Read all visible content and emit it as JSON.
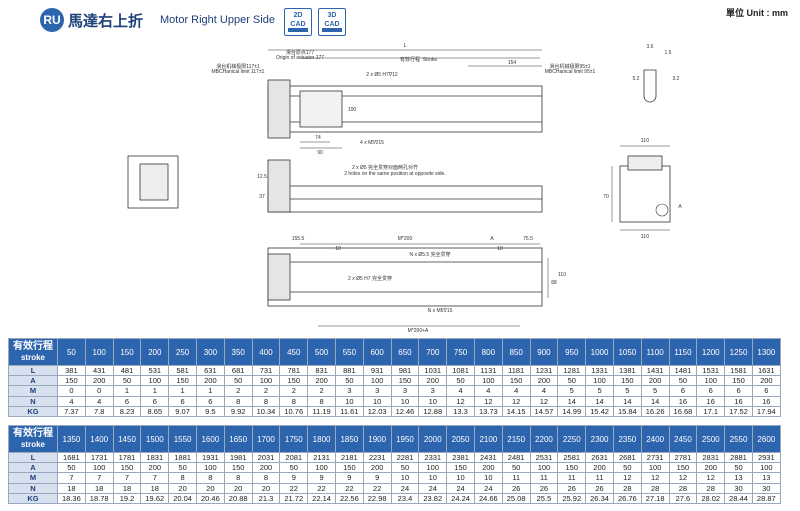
{
  "header": {
    "badge": "RU",
    "title_cn": "馬達右上折",
    "title_en": "Motor Right Upper Side",
    "cad_2d": "2D CAD",
    "cad_3d": "3D CAD",
    "unit": "單位 Unit : mm"
  },
  "drawing": {
    "L": "L",
    "origin_cn": "滑台原点177",
    "origin_en": "Origin of actuator 177",
    "stroke_cn": "有效行程",
    "stroke_en": "Stroke",
    "dim_154": "154",
    "limit_left_cn": "滑台机械极限117±1",
    "limit_left_en": "MBCHanical limit 117±1",
    "limit_right_cn": "滑台机械极限95±1",
    "limit_right_en": "MBCHanical limit 95±1",
    "pin_hole": "2 x Ø5 H7∇12",
    "dim_100": "100",
    "dim_74": "74",
    "dim_90": "90",
    "screw_m5": "4 x M5∇15",
    "note_holes_cn": "2 x Ø5 完全贯穿对面两孔对齐",
    "note_holes_en": "2 holes on the same position at opposite side.",
    "dim_12_5": "12.5",
    "dim_37": "37",
    "dim_3_6": "3.6",
    "dim_1_5": "1.5",
    "dim_5_2": "5.2",
    "dim_3_2": "3.2",
    "dim_110": "110",
    "dim_70": "70",
    "label_a": "A",
    "dim_155_5": "155.5",
    "dim_m200": "M*200",
    "dim_75_5": "75.5",
    "dim_10": "10",
    "n_hole": "N x Ø5.5 完全贯穿",
    "pin_hole_b": "2 x Ø5 H7 完全贯穿",
    "dim_88": "88",
    "dim_110b": "110",
    "n_screw": "N x M5∇15",
    "dim_m200a": "M*200+A"
  },
  "spec_tables": [
    {
      "row_head_cn": "有效行程",
      "row_head_en": "stroke",
      "strokes": [
        "50",
        "100",
        "150",
        "200",
        "250",
        "300",
        "350",
        "400",
        "450",
        "500",
        "550",
        "600",
        "650",
        "700",
        "750",
        "800",
        "850",
        "900",
        "950",
        "1000",
        "1050",
        "1100",
        "1150",
        "1200",
        "1250",
        "1300"
      ],
      "rows": [
        {
          "label": "L",
          "values": [
            "381",
            "431",
            "481",
            "531",
            "581",
            "631",
            "681",
            "731",
            "781",
            "831",
            "881",
            "931",
            "981",
            "1031",
            "1081",
            "1131",
            "1181",
            "1231",
            "1281",
            "1331",
            "1381",
            "1431",
            "1481",
            "1531",
            "1581",
            "1631"
          ]
        },
        {
          "label": "A",
          "values": [
            "150",
            "200",
            "50",
            "100",
            "150",
            "200",
            "50",
            "100",
            "150",
            "200",
            "50",
            "100",
            "150",
            "200",
            "50",
            "100",
            "150",
            "200",
            "50",
            "100",
            "150",
            "200",
            "50",
            "100",
            "150",
            "200"
          ]
        },
        {
          "label": "M",
          "values": [
            "0",
            "0",
            "1",
            "1",
            "1",
            "1",
            "2",
            "2",
            "2",
            "2",
            "3",
            "3",
            "3",
            "3",
            "4",
            "4",
            "4",
            "4",
            "5",
            "5",
            "5",
            "5",
            "6",
            "6",
            "6",
            "6"
          ]
        },
        {
          "label": "N",
          "values": [
            "4",
            "4",
            "6",
            "6",
            "6",
            "6",
            "8",
            "8",
            "8",
            "8",
            "10",
            "10",
            "10",
            "10",
            "12",
            "12",
            "12",
            "12",
            "14",
            "14",
            "14",
            "14",
            "16",
            "16",
            "16",
            "16"
          ]
        },
        {
          "label": "KG",
          "values": [
            "7.37",
            "7.8",
            "8.23",
            "8.65",
            "9.07",
            "9.5",
            "9.92",
            "10.34",
            "10.76",
            "11.19",
            "11.61",
            "12.03",
            "12.46",
            "12.88",
            "13.3",
            "13.73",
            "14.15",
            "14.57",
            "14.99",
            "15.42",
            "15.84",
            "16.26",
            "16.68",
            "17.1",
            "17.52",
            "17.94"
          ]
        }
      ]
    },
    {
      "row_head_cn": "有效行程",
      "row_head_en": "stroke",
      "strokes": [
        "1350",
        "1400",
        "1450",
        "1500",
        "1550",
        "1600",
        "1650",
        "1700",
        "1750",
        "1800",
        "1850",
        "1900",
        "1950",
        "2000",
        "2050",
        "2100",
        "2150",
        "2200",
        "2250",
        "2300",
        "2350",
        "2400",
        "2450",
        "2500",
        "2550",
        "2600"
      ],
      "rows": [
        {
          "label": "L",
          "values": [
            "1681",
            "1731",
            "1781",
            "1831",
            "1881",
            "1931",
            "1981",
            "2031",
            "2081",
            "2131",
            "2181",
            "2231",
            "2281",
            "2331",
            "2381",
            "2431",
            "2481",
            "2531",
            "2581",
            "2631",
            "2681",
            "2731",
            "2781",
            "2831",
            "2881",
            "2931"
          ]
        },
        {
          "label": "A",
          "values": [
            "50",
            "100",
            "150",
            "200",
            "50",
            "100",
            "150",
            "200",
            "50",
            "100",
            "150",
            "200",
            "50",
            "100",
            "150",
            "200",
            "50",
            "100",
            "150",
            "200",
            "50",
            "100",
            "150",
            "200",
            "50",
            "100"
          ]
        },
        {
          "label": "M",
          "values": [
            "7",
            "7",
            "7",
            "7",
            "8",
            "8",
            "8",
            "8",
            "9",
            "9",
            "9",
            "9",
            "10",
            "10",
            "10",
            "10",
            "11",
            "11",
            "11",
            "11",
            "12",
            "12",
            "12",
            "12",
            "13",
            "13"
          ]
        },
        {
          "label": "N",
          "values": [
            "18",
            "18",
            "18",
            "18",
            "20",
            "20",
            "20",
            "20",
            "22",
            "22",
            "22",
            "22",
            "24",
            "24",
            "24",
            "24",
            "26",
            "26",
            "26",
            "26",
            "28",
            "28",
            "28",
            "28",
            "30",
            "30"
          ]
        },
        {
          "label": "KG",
          "values": [
            "18.36",
            "18.78",
            "19.2",
            "19.62",
            "20.04",
            "20.46",
            "20.88",
            "21.3",
            "21.72",
            "22.14",
            "22.56",
            "22.98",
            "23.4",
            "23.82",
            "24.24",
            "24.66",
            "25.08",
            "25.5",
            "25.92",
            "26.34",
            "26.76",
            "27.18",
            "27.6",
            "28.02",
            "28.44",
            "28.87"
          ]
        }
      ]
    }
  ]
}
